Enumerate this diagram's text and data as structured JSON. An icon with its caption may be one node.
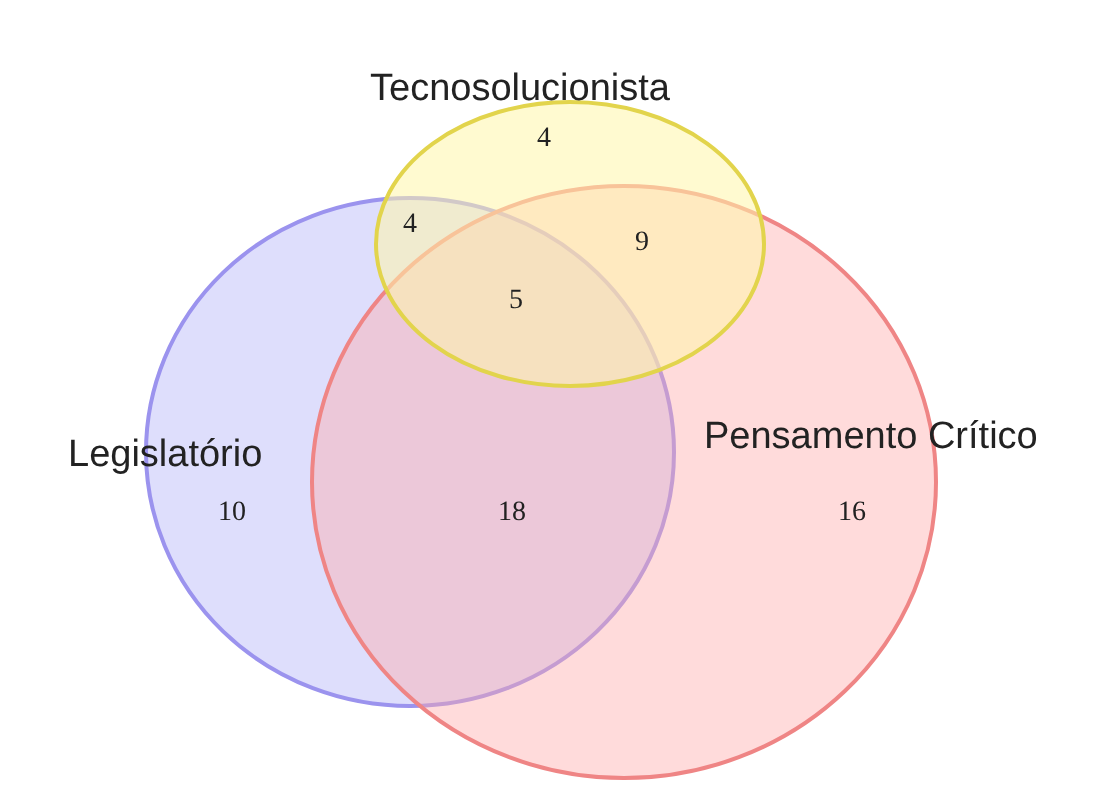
{
  "diagram": {
    "nodes": [
      {
        "text": [
          "Tecnosolucionista"
        ]
      },
      {
        "text": [
          "Legislatório"
        ]
      },
      {
        "text": [
          "Pensamento Crítico"
        ]
      }
    ],
    "edges": [],
    "labels": [
      "4",
      "4",
      "9",
      "5",
      "10",
      "18",
      "16"
    ]
  }
}
